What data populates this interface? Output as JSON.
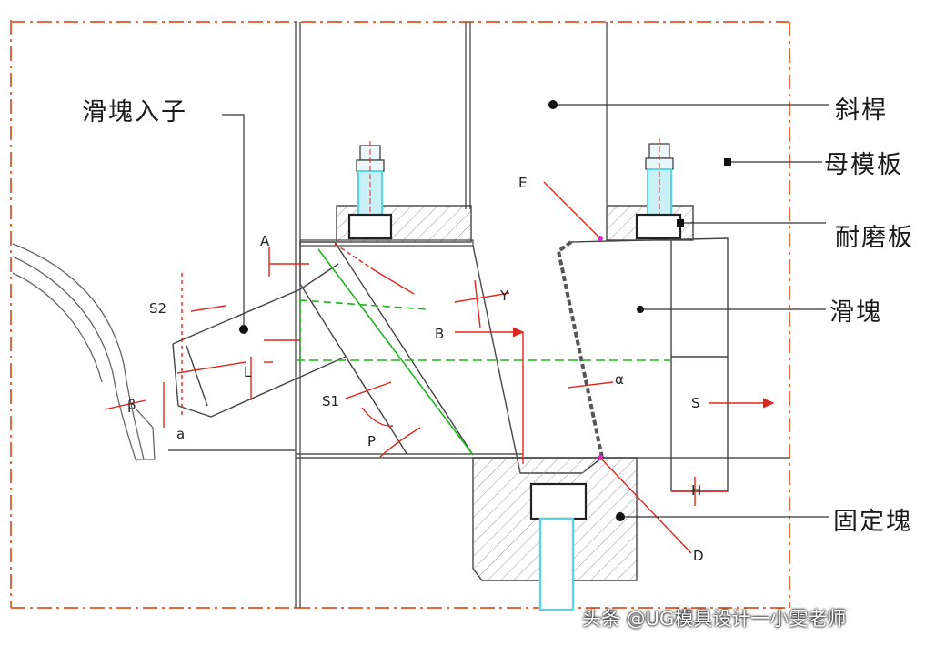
{
  "labels": {
    "slide_insert": "滑塊入子",
    "tilt_rod": "斜桿",
    "cavity_plate": "母模板",
    "wear_plate": "耐磨板",
    "slider": "滑塊",
    "fixed_block": "固定塊"
  },
  "dimension_marks": {
    "s2": "S2",
    "a_top": "A",
    "y": "Y",
    "b": "B",
    "s1": "S1",
    "l": "L",
    "b2": "β",
    "a_low": "a",
    "a_mid": "α",
    "e": "E",
    "s": "S",
    "h": "H",
    "p": "P",
    "d": "D"
  },
  "watermark": "头条 @UG模具设计一小雯老师",
  "colors": {
    "border_dash": "#e26a3c",
    "dim_red": "#e0261c",
    "guide_green": "#1db61d",
    "bolt_cyan": "#58d6e6",
    "marker_magenta": "#e02ad8",
    "line": "#3a3a3a"
  }
}
